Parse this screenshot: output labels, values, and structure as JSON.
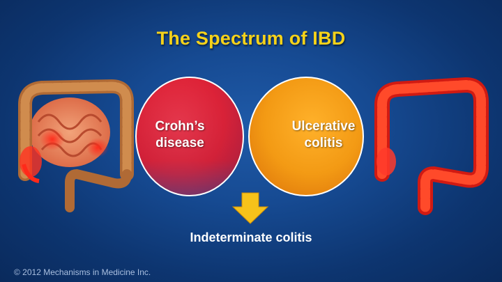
{
  "slide": {
    "title": "The Spectrum of IBD",
    "copyright": "© 2012 Mechanisms in Medicine Inc."
  },
  "venn": {
    "left_label_line1": "Crohn’s",
    "left_label_line2": "disease",
    "right_label_line1": "Ulcerative",
    "right_label_line2": "colitis",
    "overlap_label": "Indeterminate colitis",
    "colors": {
      "left_circle": "#e0283a",
      "right_circle": "#f39a14",
      "title": "#f5d21a",
      "arrow": "#f6c21a"
    }
  },
  "illustrations": {
    "left": "crohns-colon-icon",
    "right": "ulcerative-colitis-colon-icon"
  }
}
